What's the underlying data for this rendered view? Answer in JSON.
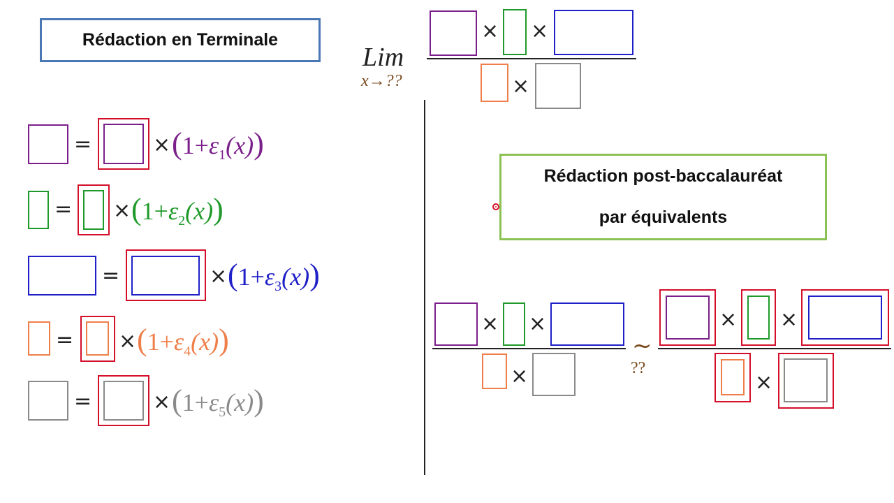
{
  "colors": {
    "purple": "#7b1f8a",
    "green": "#1f9a2a",
    "blue": "#2020c8",
    "orange": "#ee7f4a",
    "gray": "#8a8a8a",
    "frame_red": "#d40f2a",
    "terminale_border": "#4a78b5",
    "postbac_border": "#8cc255",
    "text_brown": "#7a4a1e"
  },
  "titles": {
    "terminale": "Rédaction en Terminale",
    "postbac_line1": "Rédaction post-baccalauréat",
    "postbac_line2": "par équivalents"
  },
  "limit": {
    "lim_text": "Lim",
    "under_text": "x→??"
  },
  "equivalence": {
    "tilde": "~",
    "under": "??"
  },
  "symbols": {
    "times": "×",
    "equals": "="
  },
  "factor_rows": [
    {
      "open": "(",
      "one": "1",
      "plus": "+",
      "epsilon": "ε",
      "index": "1",
      "arg": "(x)",
      "close": ")"
    },
    {
      "open": "(",
      "one": "1",
      "plus": "+",
      "epsilon": "ε",
      "index": "2",
      "arg": "(x)",
      "close": ")"
    },
    {
      "open": "(",
      "one": "1",
      "plus": "+",
      "epsilon": "ε",
      "index": "3",
      "arg": "(x)",
      "close": ")"
    },
    {
      "open": "(",
      "one": "1",
      "plus": "+",
      "epsilon": "ε",
      "index": "4",
      "arg": "(x)",
      "close": ")"
    },
    {
      "open": "(",
      "one": "1",
      "plus": "+",
      "epsilon": "ε",
      "index": "5",
      "arg": "(x)",
      "close": ")"
    }
  ]
}
